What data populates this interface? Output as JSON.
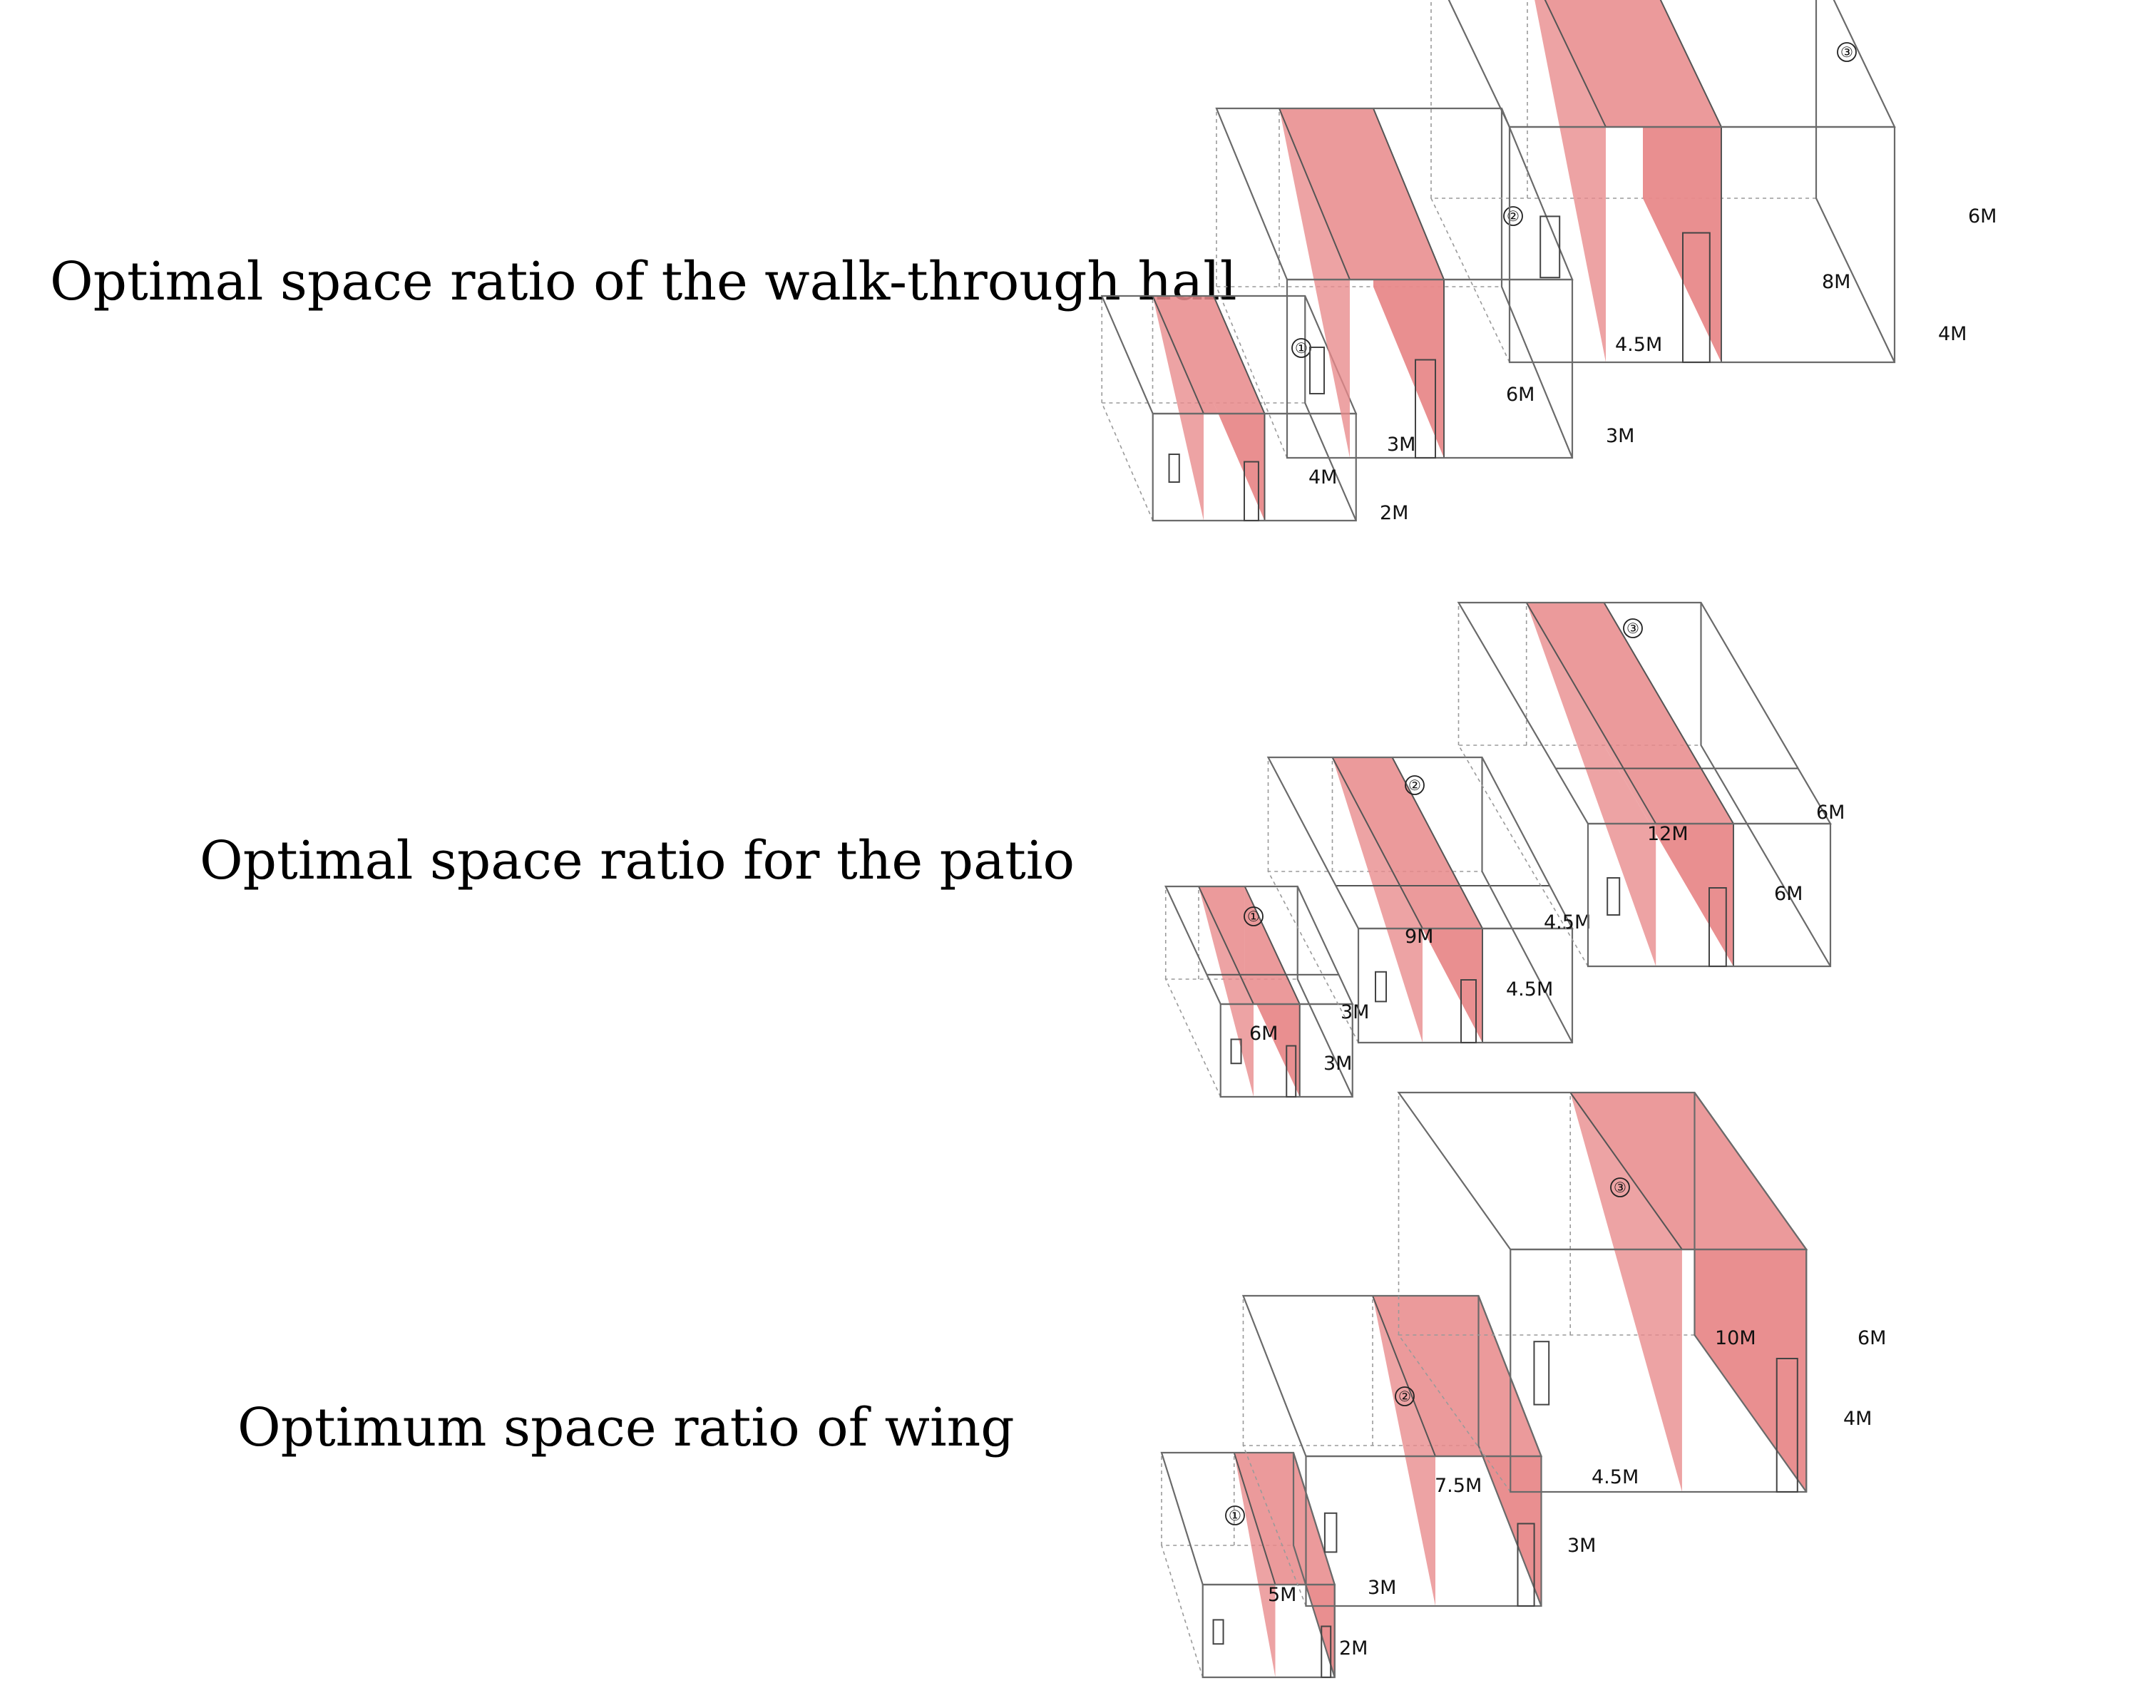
{
  "rows": [
    {
      "title": "Optimal space ratio of the walk-through hall",
      "models": [
        {
          "step": "①",
          "labels": [
            "4M",
            "3M",
            "2M"
          ]
        },
        {
          "step": "②",
          "labels": [
            "6M",
            "4.5M",
            "3M"
          ]
        },
        {
          "step": "③",
          "labels": [
            "8M",
            "6M",
            "4M"
          ]
        }
      ]
    },
    {
      "title": "Optimal space ratio for the patio",
      "models": [
        {
          "step": "①",
          "labels": [
            "6M",
            "3M",
            "3M"
          ]
        },
        {
          "step": "②",
          "labels": [
            "9M",
            "4.5M",
            "4.5M"
          ]
        },
        {
          "step": "③",
          "labels": [
            "12M",
            "6M",
            "6M"
          ]
        }
      ]
    },
    {
      "title": "Optimum space ratio of wing",
      "models": [
        {
          "step": "①",
          "labels": [
            "5M",
            "3M",
            "2M"
          ]
        },
        {
          "step": "②",
          "labels": [
            "7.5M",
            "4.5M",
            "3M"
          ]
        },
        {
          "step": "③",
          "labels": [
            "10M",
            "6M",
            "4M"
          ]
        }
      ]
    }
  ],
  "colors": {
    "highlight": "#e8898b",
    "edge": "#6a6a6a",
    "text": "#000000"
  }
}
